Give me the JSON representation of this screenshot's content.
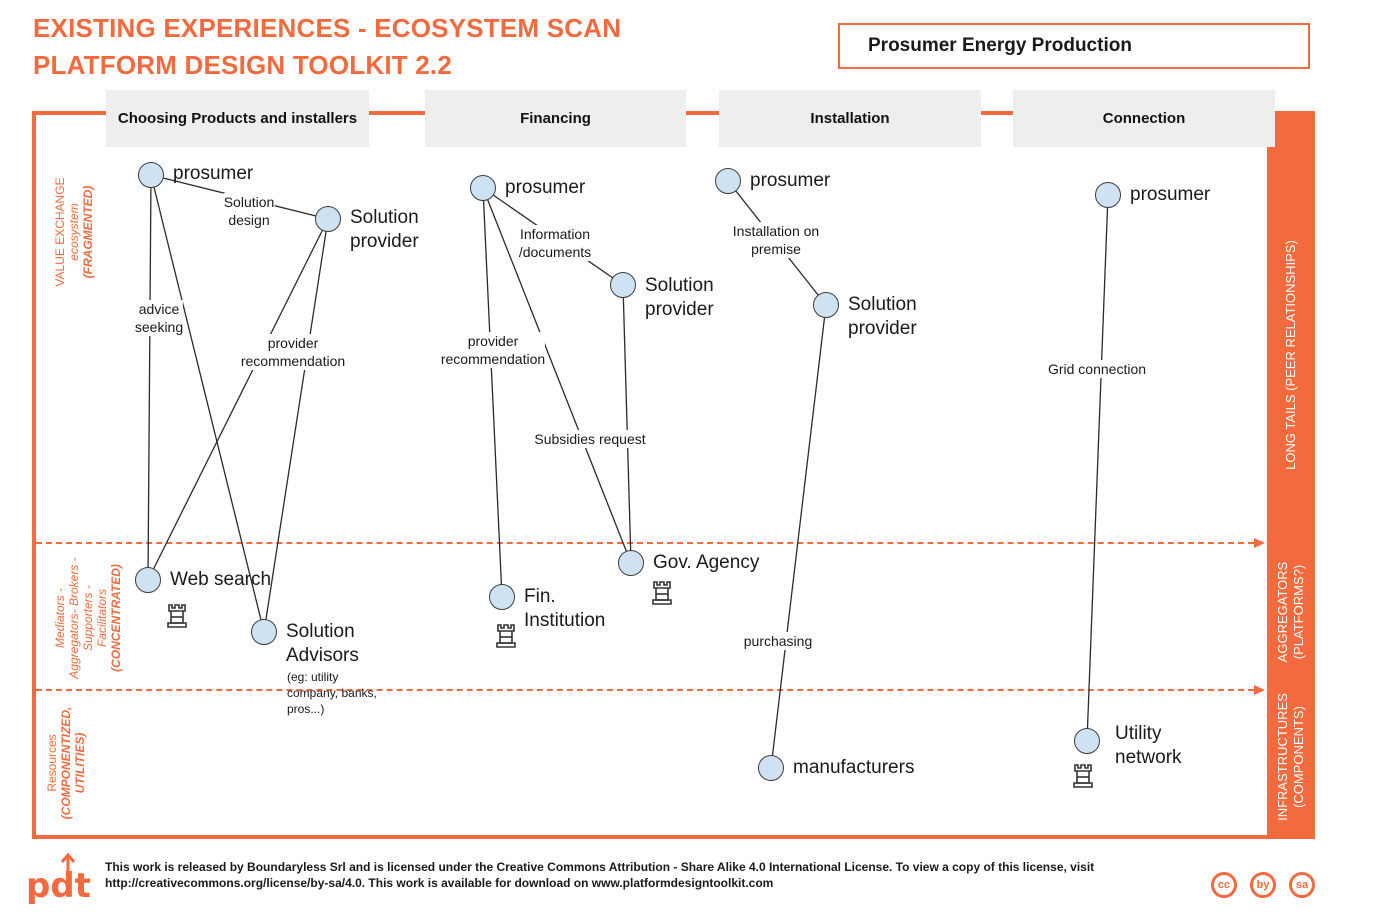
{
  "header": {
    "title_line1": "EXISTING EXPERIENCES - ECOSYSTEM SCAN",
    "title_line2": "PLATFORM DESIGN TOOLKIT 2.2",
    "case_title": "Prosumer Energy Production"
  },
  "phases": [
    "Choosing Products and installers",
    "Financing",
    "Installation",
    "Connection"
  ],
  "layers_left": [
    {
      "line1": "VALUE EXCHANGE",
      "line2": "ecosystem",
      "line3": "(FRAGMENTED)"
    },
    {
      "line1": "Mediators -",
      "line2": "Aggregators- Brokers -",
      "line3": "Supporters -",
      "line4": "Facilitators",
      "line5": "(CONCENTRATED)"
    },
    {
      "line1": "Resources",
      "line2": "(COMPONENTIZED,",
      "line3": "UTILITIES)"
    }
  ],
  "layers_right": [
    {
      "line1": "LONG TAILS (PEER RELATIONSHIPS)"
    },
    {
      "line1": "AGGREGATORS",
      "line2": "(PLATFORMS?)"
    },
    {
      "line1": "INFRASTRUCTURES",
      "line2": "(COMPONENTS)"
    }
  ],
  "nodes": {
    "n1": {
      "label": "prosumer"
    },
    "n2": {
      "label_l1": "Solution",
      "label_l2": "provider"
    },
    "n3": {
      "label": "Web search"
    },
    "n4": {
      "label_l1": "Solution",
      "label_l2": "Advisors",
      "note_l1": "(eg: utility",
      "note_l2": "company, banks,",
      "note_l3": "pros...)"
    },
    "n5": {
      "label": "prosumer"
    },
    "n6": {
      "label_l1": "Solution",
      "label_l2": "provider"
    },
    "n7": {
      "label_l1": "Fin.",
      "label_l2": "Institution"
    },
    "n8": {
      "label": "Gov. Agency"
    },
    "n9": {
      "label": "prosumer"
    },
    "n10": {
      "label_l1": "Solution",
      "label_l2": "provider"
    },
    "n11": {
      "label": "manufacturers"
    },
    "n12": {
      "label": "prosumer"
    },
    "n13": {
      "label_l1": "Utility",
      "label_l2": "network"
    }
  },
  "edge_labels": {
    "solution_design": {
      "l1": "Solution",
      "l2": "design"
    },
    "advice_seeking": {
      "l1": "advice",
      "l2": "seeking"
    },
    "provider_recommendation_1": {
      "l1": "provider",
      "l2": "recommendation"
    },
    "information_documents": {
      "l1": "Information",
      "l2": "/documents"
    },
    "provider_recommendation_2": {
      "l1": "provider",
      "l2": "recommendation"
    },
    "subsidies_request": {
      "l1": "Subsidies request"
    },
    "installation_on_premise": {
      "l1": "Installation on",
      "l2": "premise"
    },
    "purchasing": {
      "l1": "purchasing"
    },
    "grid_connection": {
      "l1": "Grid connection"
    }
  },
  "footer": {
    "line1": "This work is released by Boundaryless Srl and is licensed under the Creative Commons Attribution - Share Alike 4.0 International License. To view a copy of this license, visit",
    "line2": "http://creativecommons.org/license/by-sa/4.0. This work is available for download on www.platformdesigntoolkit.com",
    "logo_text": "pdt",
    "cc_badges": [
      "cc",
      "by",
      "sa"
    ]
  },
  "colors": {
    "accent": "#f26a3d",
    "node_fill": "#cfe2f3",
    "header_bg": "#eeeeee"
  }
}
